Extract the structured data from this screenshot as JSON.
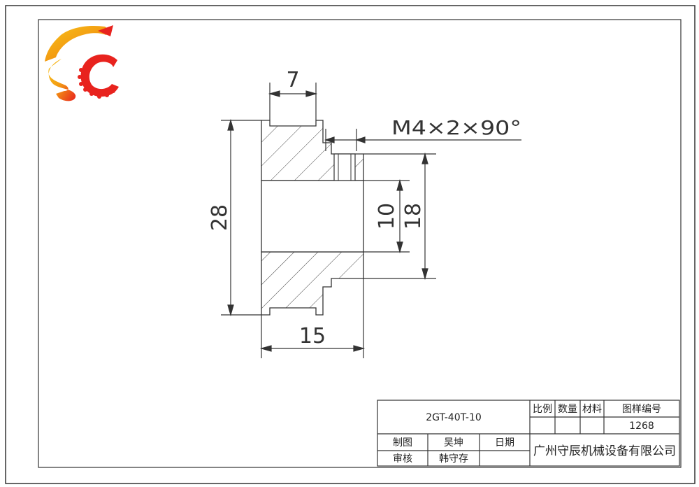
{
  "drawing": {
    "dimensions": {
      "width_top": "7",
      "diameter_outer": "28",
      "chamfer_note": "M4×2×90°",
      "bore": "10",
      "hub_diameter": "18",
      "length": "15"
    }
  },
  "title_block": {
    "part_name": "2GT-40T-10",
    "scale_label": "比例",
    "quantity_label": "数量",
    "material_label": "材料",
    "drawing_no_label": "图样编号",
    "drawing_no": "1268",
    "drawn_by_label": "制图",
    "drawn_by": "吴坤",
    "date_label": "日期",
    "checked_by_label": "审核",
    "checked_by": "韩守存",
    "company": "广州守辰机械设备有限公司"
  },
  "colors": {
    "line": "#333333",
    "logo_red": "#e8231e",
    "logo_orange": "#f39c12",
    "logo_yellow": "#f7c21a"
  }
}
